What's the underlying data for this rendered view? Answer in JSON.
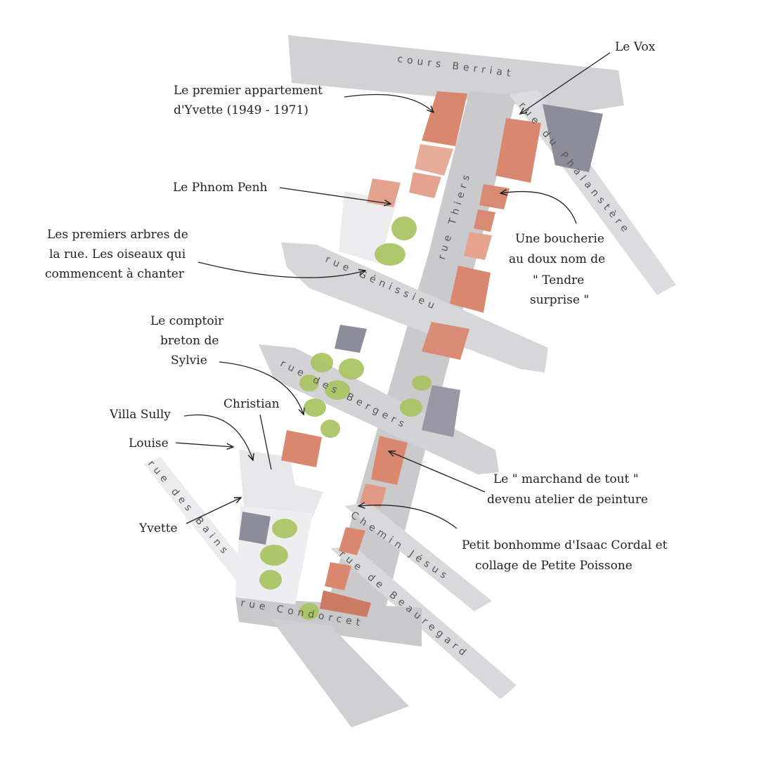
{
  "colors": {
    "street": "#cfcfd2",
    "street_dark": "#bdbdc2",
    "building": "#d9886f",
    "building_light": "#e8ad98",
    "tree": "#a9c462",
    "slate": "#8d8c9a",
    "block_white": "#e6e6e8",
    "ink": "#222222"
  },
  "streets": {
    "cours_berriat": "cours Berriat",
    "rue_thiers": "rue Thiers",
    "rue_du_phalanstere": "rue du Phalanstère",
    "rue_genissieu": "rue Génissieu",
    "rue_des_bergers": "rue des Bergers",
    "rue_des_bains": "rue des Bains",
    "chemin_jesus": "Chemin Jésus",
    "rue_de_beauregard": "rue de Beauregard",
    "rue_condorcet": "rue Condorcet"
  },
  "annotations": {
    "le_vox": "Le Vox",
    "premier_appartement_line1": "Le premier appartement",
    "premier_appartement_line2": "d'Yvette (1949 - 1971)",
    "phnom_penh": "Le Phnom Penh",
    "arbres_line1": "Les premiers arbres de",
    "arbres_line2": "la rue. Les oiseaux qui",
    "arbres_line3": "commencent à chanter",
    "boucherie_line1": "Une boucherie",
    "boucherie_line2": "au doux nom de",
    "boucherie_line3": "\" Tendre",
    "boucherie_line4": "surprise \"",
    "comptoir_line1": "Le comptoir",
    "comptoir_line2": "breton de",
    "comptoir_line3": "Sylvie",
    "christian": "Christian",
    "villa_sully": "Villa Sully",
    "louise": "Louise",
    "marchand_line1": "Le \" marchand de tout \"",
    "marchand_line2": "devenu atelier de peinture",
    "yvette": "Yvette",
    "bonhomme_line1": "Petit bonhomme d'Isaac Cordal et",
    "bonhomme_line2": "collage de Petite Poissone"
  }
}
